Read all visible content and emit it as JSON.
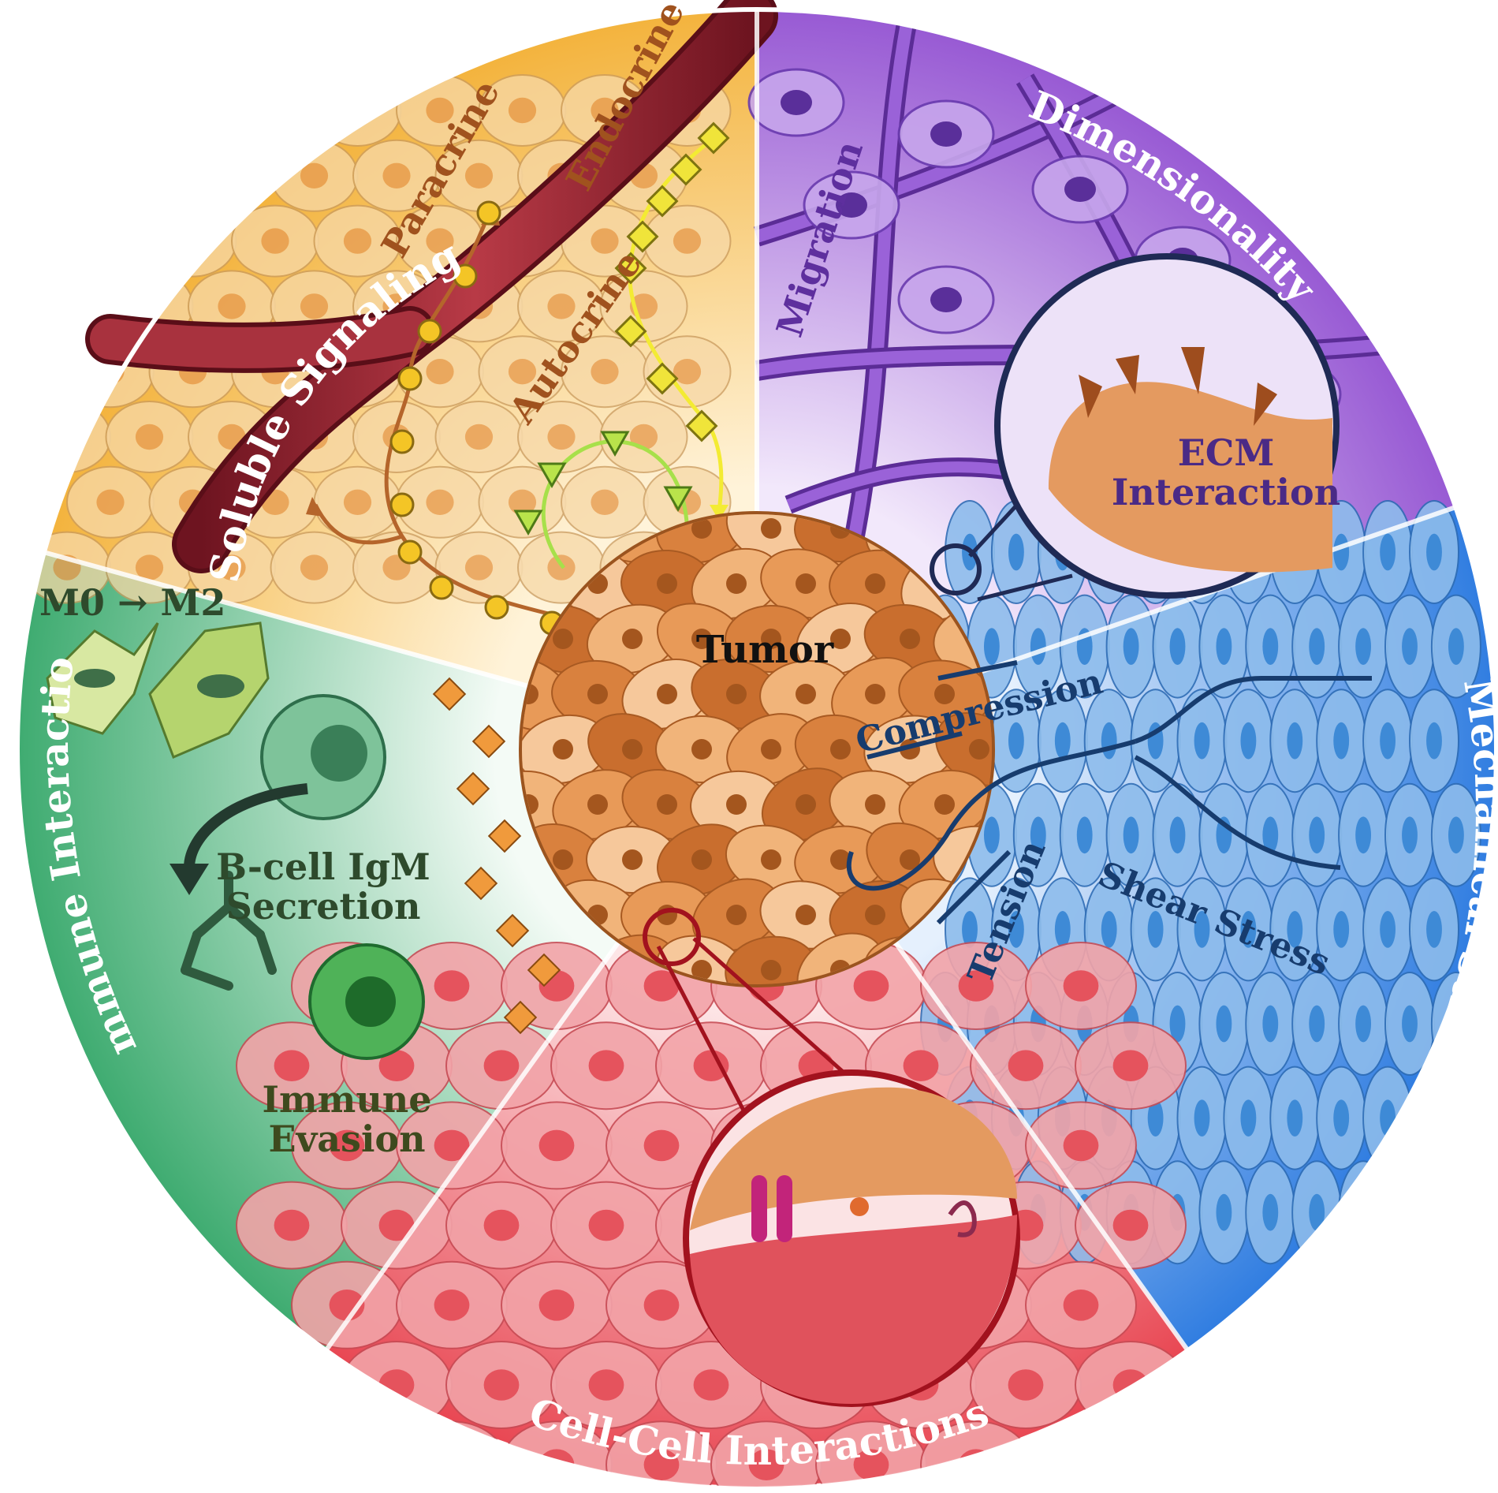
{
  "center": {
    "label": "Tumor"
  },
  "sectors": {
    "soluble": {
      "title": "Soluble Signaling",
      "labels": {
        "paracrine": "Paracrine",
        "endocrine": "Endocrine",
        "autocrine": "Autocrine"
      },
      "color": "#F2B33D"
    },
    "dimensionality": {
      "title": "Dimensionality",
      "labels": {
        "migration": "Migration",
        "ecm_line1": "ECM",
        "ecm_line2": "Interaction"
      },
      "color": "#9A5CD6"
    },
    "mechanical": {
      "title": "Mechanical Stimulus",
      "labels": {
        "compression": "Compression",
        "tension": "Tension",
        "shear": "Shear Stress"
      },
      "color": "#2F7DE0"
    },
    "cellcell": {
      "title": "Cell-Cell Interactions",
      "color": "#E84A55"
    },
    "immune": {
      "title": "Immune Interaction",
      "labels": {
        "macrophage": "M0 → M2",
        "bcell_line1": "B-cell IgM",
        "bcell_line2": "Secretion",
        "evasion_line1": "Immune",
        "evasion_line2": "Evasion"
      },
      "color": "#3FAE73"
    }
  }
}
